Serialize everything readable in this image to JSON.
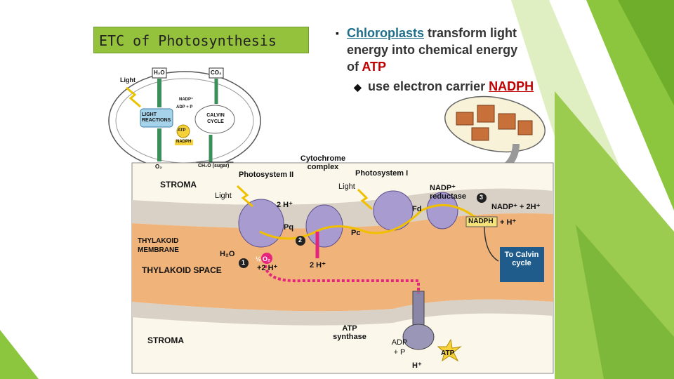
{
  "slide": {
    "title": "ETC of Photosynthesis",
    "bullet1": {
      "link": "Chloroplasts",
      "line1_rest": " transform light",
      "line2": "energy into chemical energy",
      "line3_pre": "of ",
      "line3_atp": "ATP"
    },
    "bullet2": {
      "pre": "use electron carrier ",
      "nadph": "NADPH"
    }
  },
  "inset": {
    "light": "Light",
    "h2o": "H₂O",
    "co2": "CO₂",
    "light_reactions": "LIGHT REACTIONS",
    "calvin_cycle": "CALVIN CYCLE",
    "nadp": "NADP⁺",
    "adp": "ADP + P",
    "atp": "ATP",
    "nadph": "NADPH",
    "o2": "O₂",
    "sugar": "CH₂O (sugar)"
  },
  "diagram": {
    "cytochrome_complex": "Cytochrome complex",
    "photosystem_ii": "Photosystem II",
    "photosystem_i": "Photosystem I",
    "stroma_top": "STROMA",
    "light_left": "Light",
    "light_right": "Light",
    "nadp_reductase": "NADP⁺ reductase",
    "step3": "3",
    "nadp_eq": "NADP⁺ + 2H⁺",
    "two_h_top": "2 H⁺",
    "fd": "Fd",
    "pq": "Pq",
    "pc": "Pc",
    "nadph": "NADPH",
    "plus_h": "+ H⁺",
    "thylakoid_membrane": "THYLAKOID MEMBRANE",
    "h2o": "H₂O",
    "o2_half": "½ O₂",
    "two_h_mid": "+2 H⁺",
    "two_h_lower": "2 H⁺",
    "step1": "1",
    "step2": "2",
    "thylakoid_space": "THYLAKOID SPACE",
    "to_calvin": "To Calvin cycle",
    "stroma_bottom": "STROMA",
    "atp_synthase": "ATP synthase",
    "adp_plus_p": "ADP + P",
    "atp": "ATP",
    "h_plus_bottom": "H⁺"
  }
}
